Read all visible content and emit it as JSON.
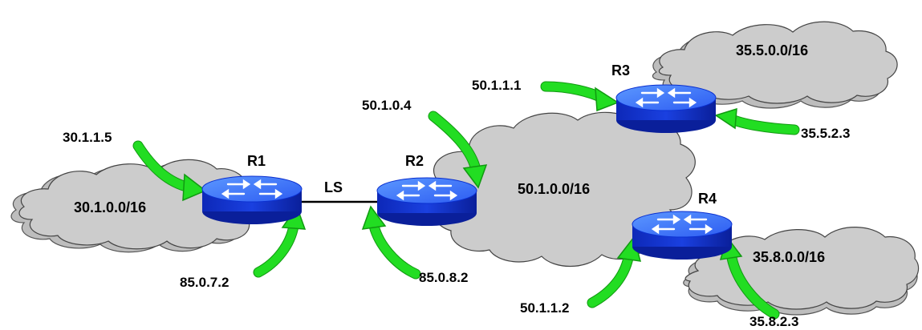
{
  "link": {
    "label": "LS"
  },
  "routers": {
    "r1": {
      "name": "R1"
    },
    "r2": {
      "name": "R2"
    },
    "r3": {
      "name": "R3"
    },
    "r4": {
      "name": "R4"
    }
  },
  "networks": {
    "net_r1": "30.1.0.0/16",
    "net_center": "50.1.0.0/16",
    "net_r3": "35.5.0.0/16",
    "net_r4": "35.8.0.0/16"
  },
  "interfaces": {
    "r1_net": "30.1.1.5",
    "r1_link": "85.0.7.2",
    "r2_net": "50.1.0.4",
    "r2_link": "85.0.8.2",
    "r3_center": "50.1.1.1",
    "r3_net": "35.5.2.3",
    "r4_center": "50.1.1.2",
    "r4_net": "35.8.2.3"
  },
  "colors": {
    "router_top": "#3b7bff",
    "router_side": "#0a2fcf",
    "arrow": "#22dd22",
    "cloud": "#cccccc",
    "link_line": "#000000"
  },
  "icons": {
    "router": "router-icon",
    "arrow": "green-curved-arrow-icon",
    "cloud": "cloud-icon"
  }
}
